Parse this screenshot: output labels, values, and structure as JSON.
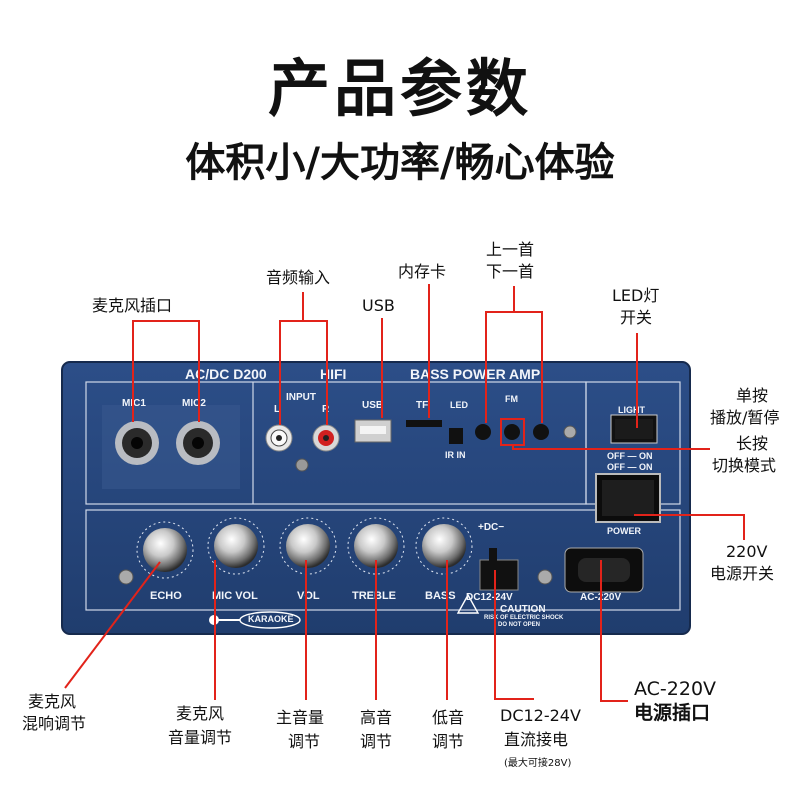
{
  "title": "产品参数",
  "subtitle": "体积小/大功率/畅心体验",
  "panel": {
    "header_model": "AC/DC D200",
    "header_hifi": "HIFI",
    "header_bass": "BASS POWER AMP",
    "mic1": "MIC1",
    "mic2": "MIC2",
    "input": "INPUT",
    "input_l": "L",
    "input_r": "R",
    "usb": "USB",
    "tf": "TF",
    "led": "LED",
    "ir_in": "IR IN",
    "fm": "FM",
    "light": "LIGHT",
    "off_on": "OFF — ON",
    "off_on2": "OFF — ON",
    "power": "POWER",
    "echo": "ECHO",
    "mic_vol": "MIC VOL",
    "vol": "VOL",
    "treble": "TREBLE",
    "bass": "BASS",
    "dc_sign": "+DC−",
    "dc_range": "DC12-24V",
    "ac": "AC-220V",
    "caution": "CAUTION",
    "caution_sub1": "RISK OF ELECTRIC SHOCK",
    "caution_sub2": "DO NOT OPEN",
    "karaoke": "KARAOKE",
    "minus": "−",
    "plus": "+"
  },
  "callouts": {
    "mic_jack": "麦克风插口",
    "audio_in": "音频输入",
    "usb": "USB",
    "memory_card": "内存卡",
    "prev_next_1": "上一首",
    "prev_next_2": "下一首",
    "led_1": "LED灯",
    "led_2": "开关",
    "fm_1": "单按",
    "fm_2": "播放/暂停",
    "fm_3": "长按",
    "fm_4": "切换模式",
    "power_1": "220V",
    "power_2": "电源开关",
    "echo_1": "麦克风",
    "echo_2": "混响调节",
    "micvol_1": "麦克风",
    "micvol_2": "音量调节",
    "vol_1": "主音量",
    "vol_2": "调节",
    "treble_1": "高音",
    "treble_2": "调节",
    "bass_1": "低音",
    "bass_2": "调节",
    "dc_1": "DC12-24V",
    "dc_2": "直流接电",
    "dc_3": "(最大可接28V)",
    "ac_1": "AC-220V",
    "ac_2": "电源插口"
  },
  "colors": {
    "panel": "#26467e",
    "panel_dark": "#1c355f",
    "callout": "#e2231a"
  }
}
